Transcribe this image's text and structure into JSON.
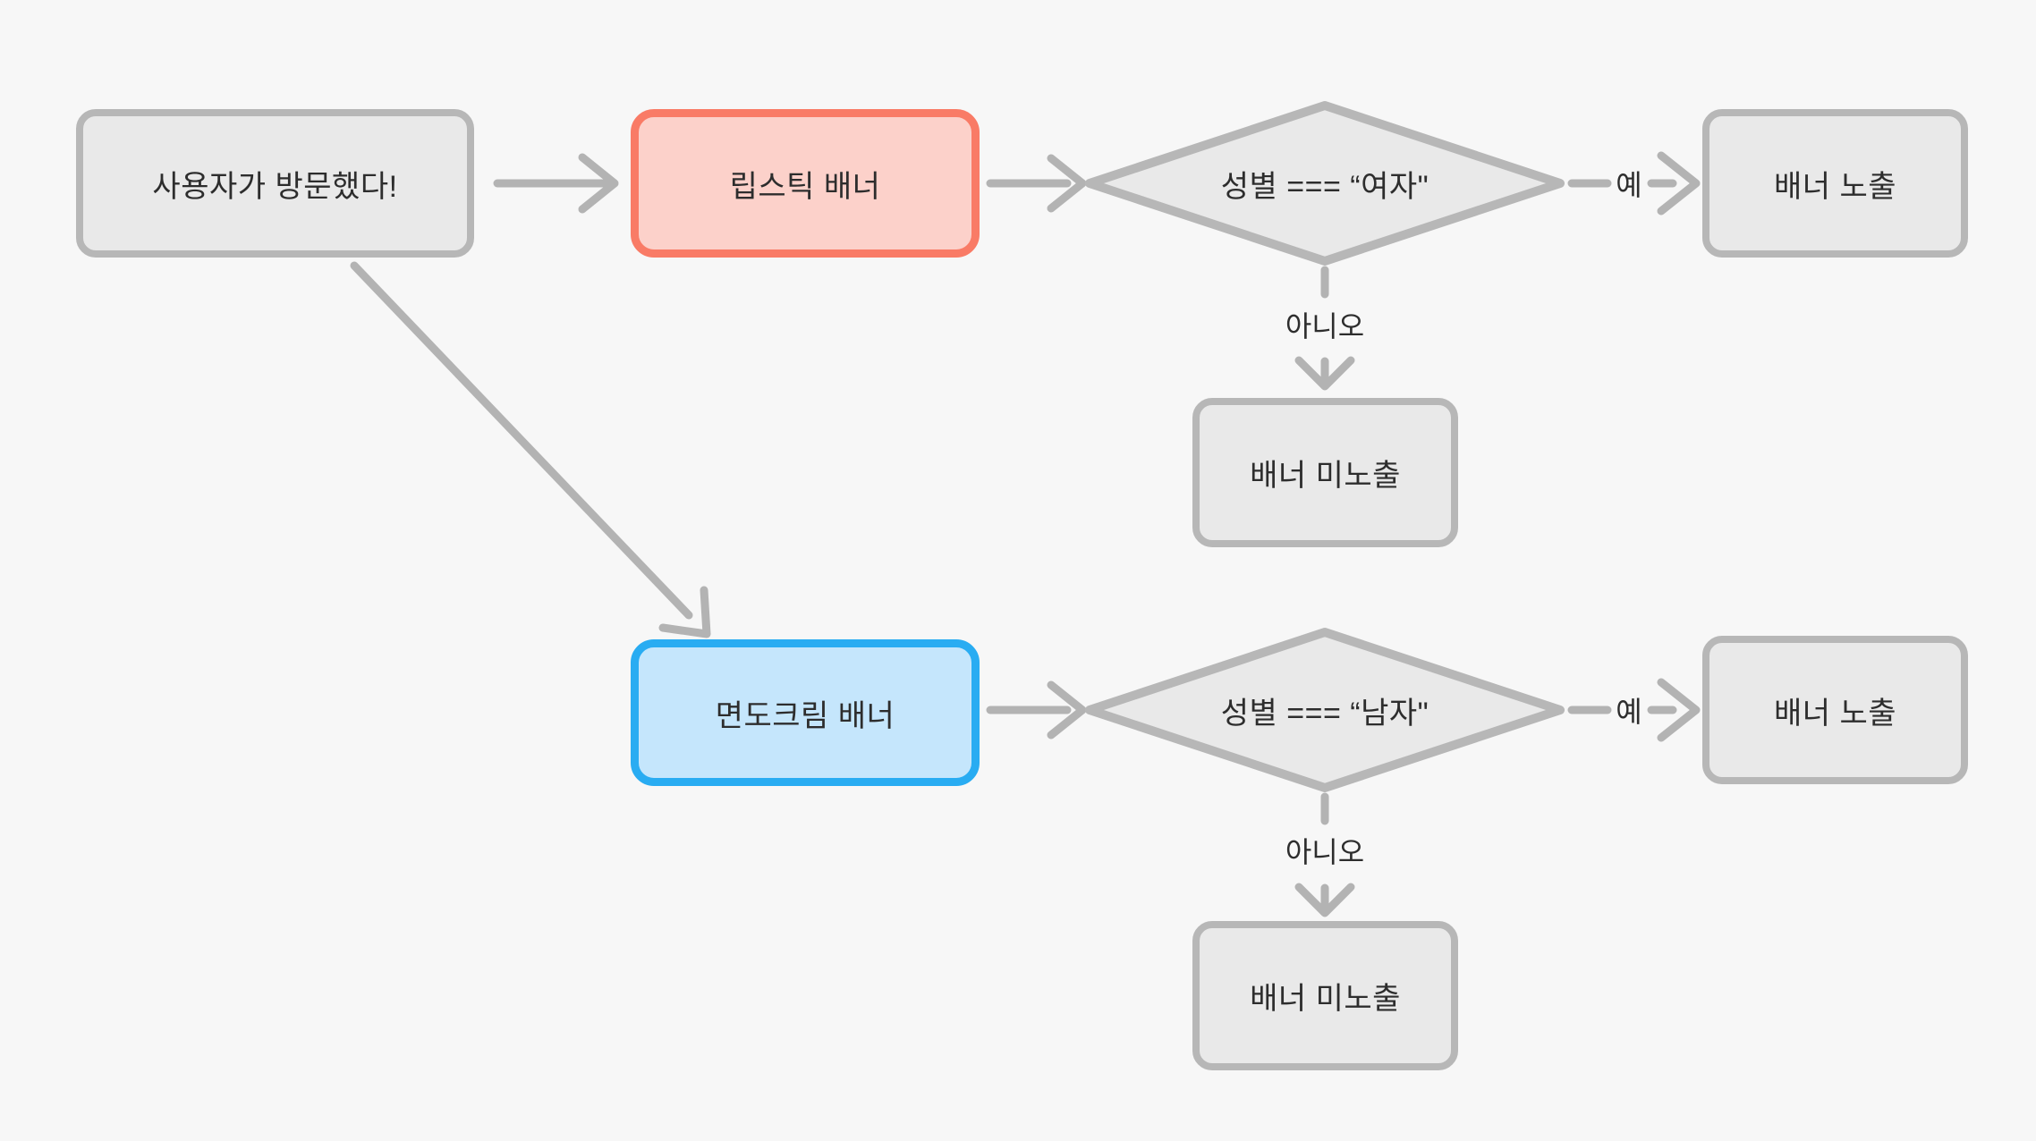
{
  "canvas": {
    "background": "#f7f7f7"
  },
  "colors": {
    "bg": "#f7f7f7",
    "edge": "#b3b3b3",
    "node-fill": "#e9e9e9",
    "node-border": "#b7b7b7",
    "red-fill": "#fcd1ca",
    "red-border": "#f97b66",
    "blue-fill": "#c5e6fc",
    "blue-border": "#29acf2",
    "text": "#2d2d2d"
  },
  "nodes": {
    "start": {
      "label": "사용자가 방문했다!"
    },
    "lipstick_banner": {
      "label": "립스틱 배너"
    },
    "condition_female": {
      "label": "성별 === “여자\""
    },
    "banner_show_top": {
      "label": "배너 노출"
    },
    "banner_hide_top": {
      "label": "배너 미노출"
    },
    "shaving_banner": {
      "label": "면도크림 배너"
    },
    "condition_male": {
      "label": "성별 === “남자\""
    },
    "banner_show_bottom": {
      "label": "배너 노출"
    },
    "banner_hide_bottom": {
      "label": "배너 미노출"
    }
  },
  "edge_labels": {
    "yes_top": "예",
    "no_top": "아니오",
    "yes_bottom": "예",
    "no_bottom": "아니오"
  }
}
